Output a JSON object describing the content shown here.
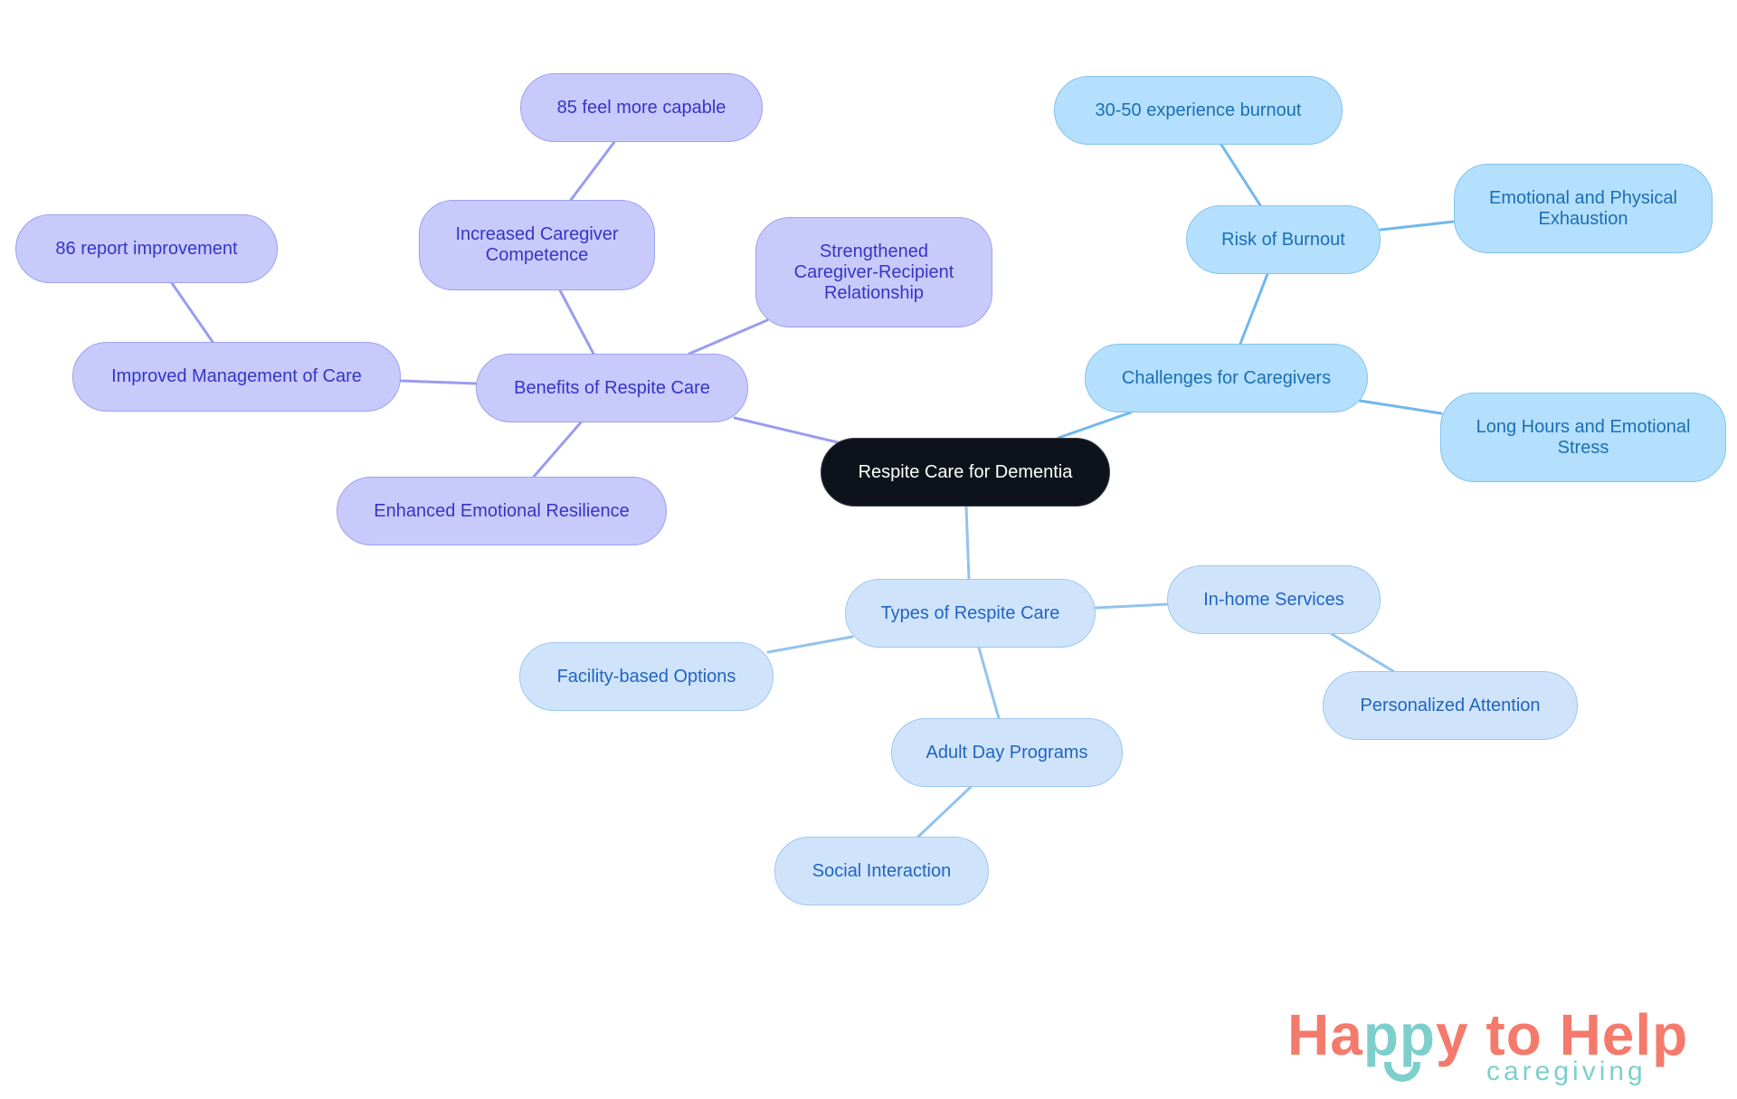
{
  "diagram": {
    "type": "mind-map",
    "root": {
      "label": "Respite Care for Dementia"
    },
    "branches": [
      {
        "label": "Benefits of Respite Care",
        "children": [
          {
            "label": "Increased Caregiver Competence",
            "children": [
              {
                "label": "85 feel more capable"
              }
            ]
          },
          {
            "label": "Strengthened Caregiver-Recipient Relationship"
          },
          {
            "label": "Improved Management of Care",
            "children": [
              {
                "label": "86 report improvement"
              }
            ]
          },
          {
            "label": "Enhanced Emotional Resilience"
          }
        ]
      },
      {
        "label": "Challenges for Caregivers",
        "children": [
          {
            "label": "Risk of Burnout",
            "children": [
              {
                "label": "30-50 experience burnout"
              },
              {
                "label": "Emotional and Physical Exhaustion"
              }
            ]
          },
          {
            "label": "Long Hours and Emotional Stress"
          }
        ]
      },
      {
        "label": "Types of Respite Care",
        "children": [
          {
            "label": "In-home Services",
            "children": [
              {
                "label": "Personalized Attention"
              }
            ]
          },
          {
            "label": "Facility-based Options"
          },
          {
            "label": "Adult Day Programs",
            "children": [
              {
                "label": "Social Interaction"
              }
            ]
          }
        ]
      }
    ]
  },
  "nodes": {
    "root": "Respite Care for Dementia",
    "benefits": "Benefits of Respite Care",
    "increased": [
      "Increased Caregiver",
      "Competence"
    ],
    "capable": "85 feel more capable",
    "strengthened": [
      "Strengthened",
      "Caregiver-Recipient",
      "Relationship"
    ],
    "improved": "Improved Management of Care",
    "report": "86 report improvement",
    "enhanced": "Enhanced Emotional Resilience",
    "challenges": "Challenges for Caregivers",
    "burnout": "Risk of Burnout",
    "burnout_stat": "30-50 experience burnout",
    "exhaustion": [
      "Emotional and Physical",
      "Exhaustion"
    ],
    "long_hours": [
      "Long Hours and Emotional",
      "Stress"
    ],
    "types": "Types of Respite Care",
    "inhome": "In-home Services",
    "personalized": "Personalized Attention",
    "facility": "Facility-based Options",
    "adult_day": "Adult Day Programs",
    "social": "Social Interaction"
  },
  "logo": {
    "part1": "Ha",
    "part2": "pp",
    "part3": "y to Help",
    "tagline": "caregiving"
  },
  "colors": {
    "root_fill": "#0e131b",
    "benefits_fill": "#c8cafc",
    "benefits_edge": "#9a9cf0",
    "challenges_fill": "#b4e0fd",
    "challenges_edge": "#6fb8ec",
    "types_fill": "#cfe4fb",
    "types_edge": "#94c2ee",
    "logo_coral": "#f47a6c",
    "logo_teal": "#7ecfcc"
  }
}
